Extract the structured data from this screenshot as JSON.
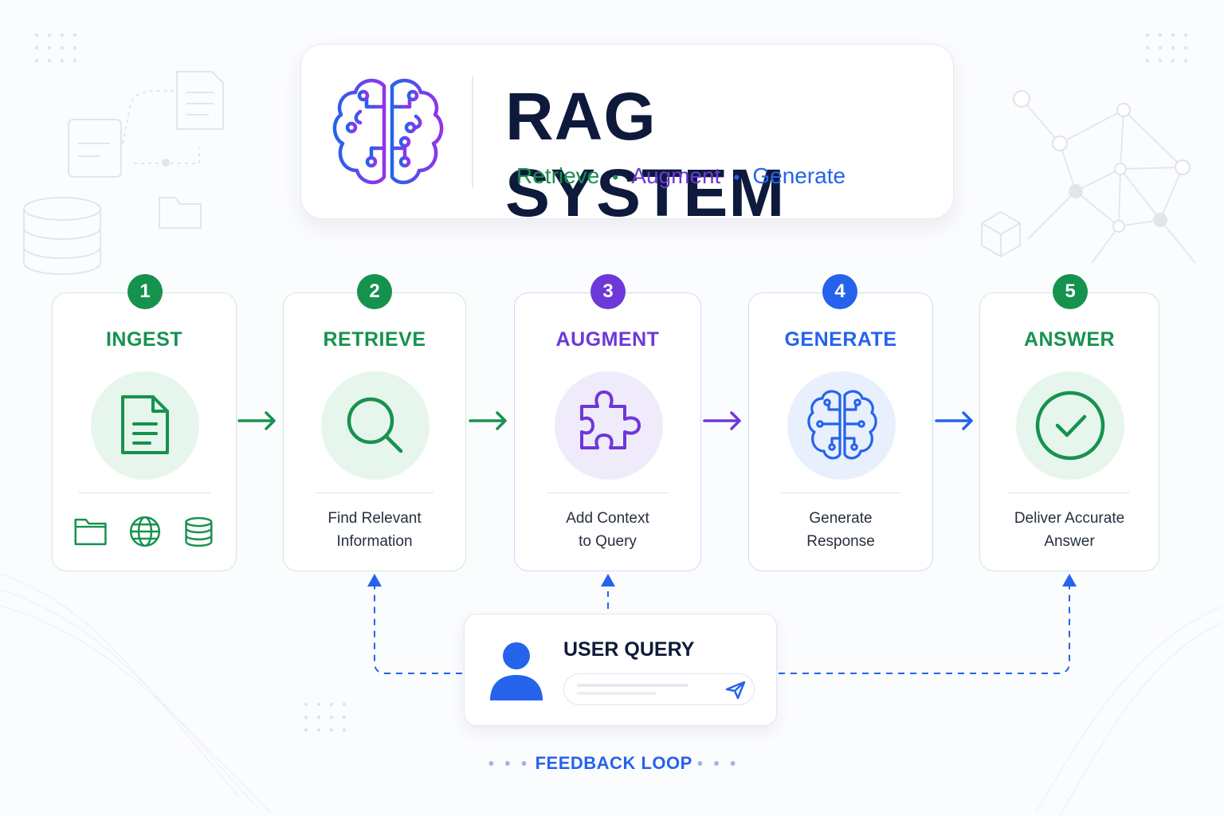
{
  "title": "RAG SYSTEM",
  "subtitle": {
    "words": [
      "Retrieve",
      "Augment",
      "Generate"
    ],
    "separator": "•",
    "colors": [
      "#16924f",
      "#6d38d8",
      "#2563eb"
    ]
  },
  "steps": [
    {
      "number": "1",
      "title": "INGEST",
      "icon": "document-icon",
      "color": "#16924f",
      "desc": [],
      "sources": [
        "folder-icon",
        "globe-icon",
        "database-icon"
      ]
    },
    {
      "number": "2",
      "title": "RETRIEVE",
      "icon": "search-icon",
      "color": "#16924f",
      "desc": [
        "Find Relevant",
        "Information"
      ]
    },
    {
      "number": "3",
      "title": "AUGMENT",
      "icon": "puzzle-icon",
      "color": "#6d38d8",
      "desc": [
        "Add Context",
        "to Query"
      ]
    },
    {
      "number": "4",
      "title": "GENERATE",
      "icon": "brain-icon",
      "color": "#2563eb",
      "desc": [
        "Generate",
        "Response"
      ]
    },
    {
      "number": "5",
      "title": "ANSWER",
      "icon": "check-circle-icon",
      "color": "#16924f",
      "desc": [
        "Deliver Accurate",
        "Answer"
      ]
    }
  ],
  "user_query": {
    "title": "USER QUERY",
    "icon": "user-icon",
    "send_icon": "send-icon"
  },
  "feedback_loop": "FEEDBACK LOOP",
  "colors": {
    "green": "#16924f",
    "purple": "#6d38d8",
    "blue": "#2563eb",
    "navy": "#0d1a3c"
  }
}
